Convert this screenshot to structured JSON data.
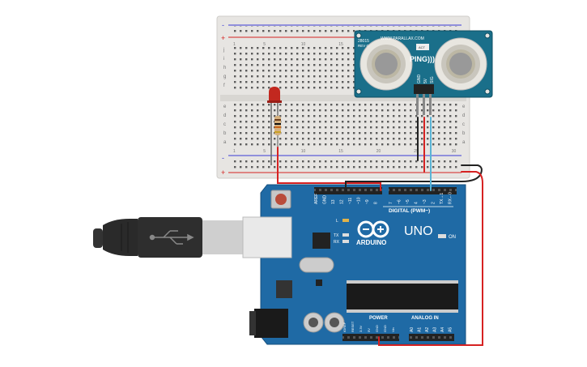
{
  "colors": {
    "breadboard": "#e7e5e2",
    "board_teal": "#1a6f8a",
    "arduino": "#1f6aa5",
    "wire_red": "#d62222",
    "wire_black": "#222222",
    "wire_blue": "#5ab4d6"
  },
  "breadboard": {
    "plus_label": "+",
    "minus_label": "-",
    "rows_top": [
      "j",
      "i",
      "h",
      "g",
      "f"
    ],
    "rows_bottom": [
      "e",
      "d",
      "c",
      "b",
      "a"
    ],
    "columns": [
      "1",
      "",
      "",
      "",
      "5",
      "",
      "",
      "",
      "",
      "10",
      "",
      "",
      "",
      "",
      "15",
      "",
      "",
      "",
      "",
      "20",
      "",
      "",
      "",
      "",
      "25",
      "",
      "",
      "",
      "",
      "30"
    ]
  },
  "sensor": {
    "model": "28015",
    "rev": "REV C",
    "url": "WWW.PARALLAX.COM",
    "name": "PING)))",
    "act": "ACT",
    "pins": [
      "GND",
      "5V",
      "SIG"
    ]
  },
  "arduino": {
    "top_pins": [
      "AREF",
      "GND",
      "13",
      "12",
      "~11",
      "~10",
      "~9",
      "8",
      "7",
      "~6",
      "~5",
      "4",
      "~3",
      "2",
      "TX→1",
      "RX←0"
    ],
    "digital_label": "DIGITAL (PWM~)",
    "logo_text": "ARDUINO",
    "uno_text": "UNO",
    "on_label": "ON",
    "l_label": "L",
    "tx_label": "TX",
    "rx_label": "RX",
    "power_label": "POWER",
    "analog_label": "ANALOG IN",
    "power_pins": [
      "IOREF",
      "RESET",
      "3.3V",
      "5V",
      "GND",
      "GND",
      "Vin"
    ],
    "analog_pins": [
      "A0",
      "A1",
      "A2",
      "A3",
      "A4",
      "A5"
    ]
  },
  "usb_icon": "usb-icon"
}
